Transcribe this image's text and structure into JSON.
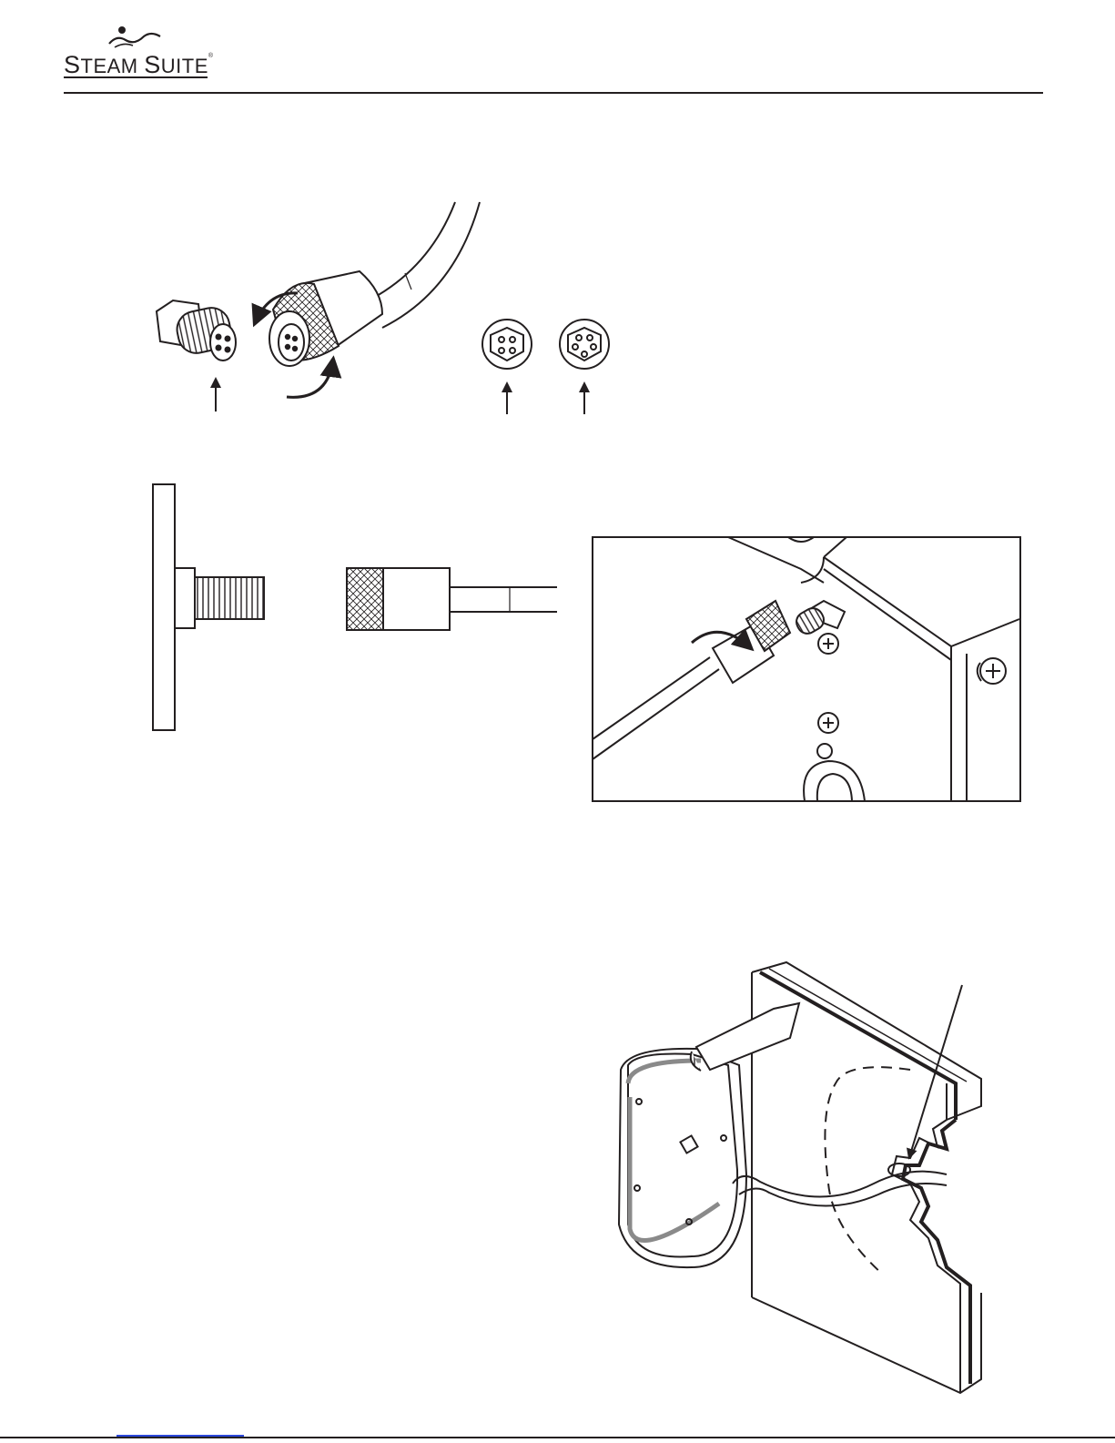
{
  "header": {
    "logo_word1_cap": "S",
    "logo_word1_rest": "TEAM",
    "logo_word2_cap": "S",
    "logo_word2_rest": "UITE",
    "logo_mark": "®"
  },
  "figures": {
    "connector_closeup": {
      "icon": "connector-plug-and-cable-icon"
    },
    "pin_views": {
      "icon": "pin-layout-icon",
      "pin_counts": [
        4,
        5
      ]
    },
    "side_section": {
      "icon": "side-section-icon"
    },
    "generator_port": {
      "icon": "generator-port-icon"
    },
    "control_panel_rear": {
      "icon": "control-panel-rear-icon"
    }
  },
  "colors": {
    "ink": "#231f20",
    "cable_gray": "#8a8a8a",
    "footer_link": "#2b47d9"
  }
}
